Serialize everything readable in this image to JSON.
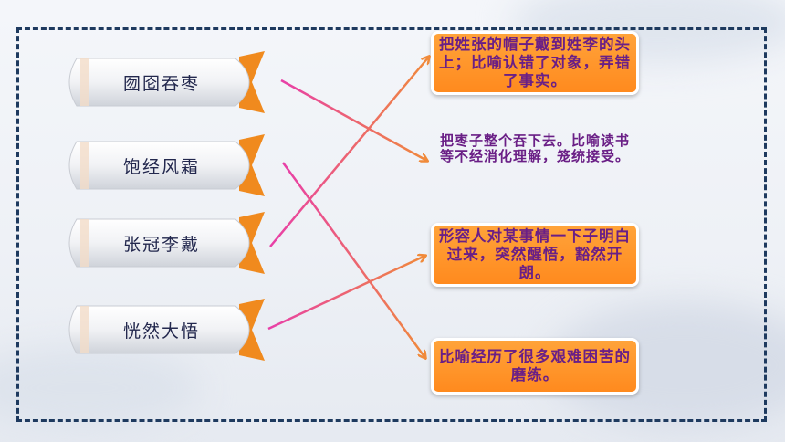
{
  "idioms": [
    "囫囵吞枣",
    "饱经风霜",
    "张冠李戴",
    "恍然大悟"
  ],
  "meanings": [
    "把姓张的帽子戴到姓李的头上；比喻认错了对象，弄错了事实。",
    "把枣子整个吞下去。比喻读书等不经消化理解，笼统接受。",
    "形容人对某事情一下子明白过来，突然醒悟，豁然开朗。",
    "比喻经历了很多艰难困苦的磨练。"
  ],
  "colors": {
    "frame": "#1e3a5f",
    "box_fill": "#ff8a1e",
    "box_text": "#6a1f86",
    "label_text": "#23284e",
    "arrow_start": "#e83fa8",
    "arrow_end": "#f08a3a"
  },
  "matches": [
    {
      "idiom": "囫囵吞枣",
      "meaning_index": 2
    },
    {
      "idiom": "饱经风霜",
      "meaning_index": 4
    },
    {
      "idiom": "张冠李戴",
      "meaning_index": 1
    },
    {
      "idiom": "恍然大悟",
      "meaning_index": 3
    }
  ]
}
